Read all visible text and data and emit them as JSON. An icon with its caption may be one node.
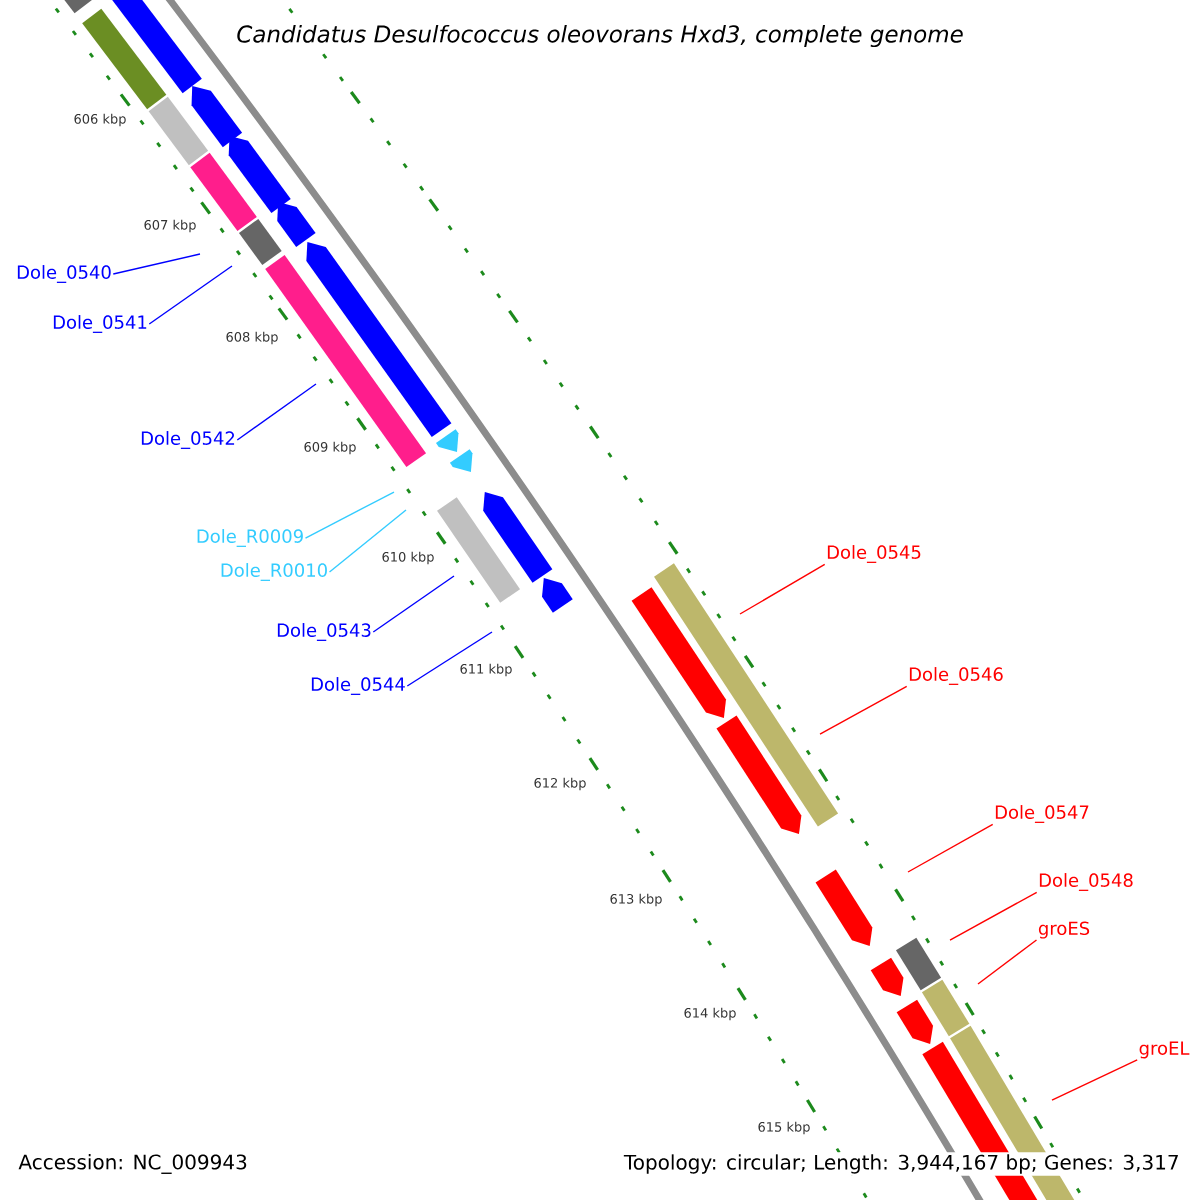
{
  "diagram": {
    "nodes": [
      {
        "text": [
          "Dole_0540"
        ]
      },
      {
        "text": [
          "Dole_0541"
        ]
      },
      {
        "text": [
          "Dole_0542"
        ]
      },
      {
        "text": [
          "Dole_R0009"
        ]
      },
      {
        "text": [
          "Dole_R0010"
        ]
      },
      {
        "text": [
          "Dole_0543"
        ]
      },
      {
        "text": [
          "Dole_0544"
        ]
      },
      {
        "text": [
          "Dole_0545"
        ]
      },
      {
        "text": [
          "Dole_0546"
        ]
      },
      {
        "text": [
          "Dole_0547"
        ]
      },
      {
        "text": [
          "Dole_0548"
        ]
      },
      {
        "text": [
          "groES"
        ]
      },
      {
        "text": [
          "groEL"
        ]
      }
    ],
    "edges": [
      {
        "from": 0,
        "to": null,
        "arrow": "none",
        "color": "#0000ff"
      },
      {
        "from": 1,
        "to": null,
        "arrow": "none",
        "color": "#0000ff"
      },
      {
        "from": 2,
        "to": null,
        "arrow": "none",
        "color": "#0000ff"
      },
      {
        "from": 3,
        "to": null,
        "arrow": "none",
        "color": "#33ccff"
      },
      {
        "from": 4,
        "to": null,
        "arrow": "none",
        "color": "#33ccff"
      },
      {
        "from": 5,
        "to": null,
        "arrow": "none",
        "color": "#0000ff"
      },
      {
        "from": 6,
        "to": null,
        "arrow": "none",
        "color": "#0000ff"
      },
      {
        "from": 7,
        "to": null,
        "arrow": "none"
      },
      {
        "from": 8,
        "to": null,
        "arrow": "none"
      },
      {
        "from": 9,
        "to": null,
        "arrow": "none"
      },
      {
        "from": 10,
        "to": null,
        "arrow": "none"
      },
      {
        "from": 11,
        "to": null,
        "arrow": "none"
      },
      {
        "from": 12,
        "to": null,
        "arrow": "none"
      }
    ],
    "labels": [
      "Candidatus Desulfococcus oleovorans Hxd3, complete genome",
      "606 kbp",
      "607 kbp",
      "608 kbp",
      "609 kbp",
      "610 kbp",
      "611 kbp",
      "612 kbp",
      "613 kbp",
      "614 kbp",
      "615 kbp",
      "Accession: NC_009943",
      "Topology: circular; Length: 3,944,167 bp; Genes: 3,317"
    ]
  }
}
